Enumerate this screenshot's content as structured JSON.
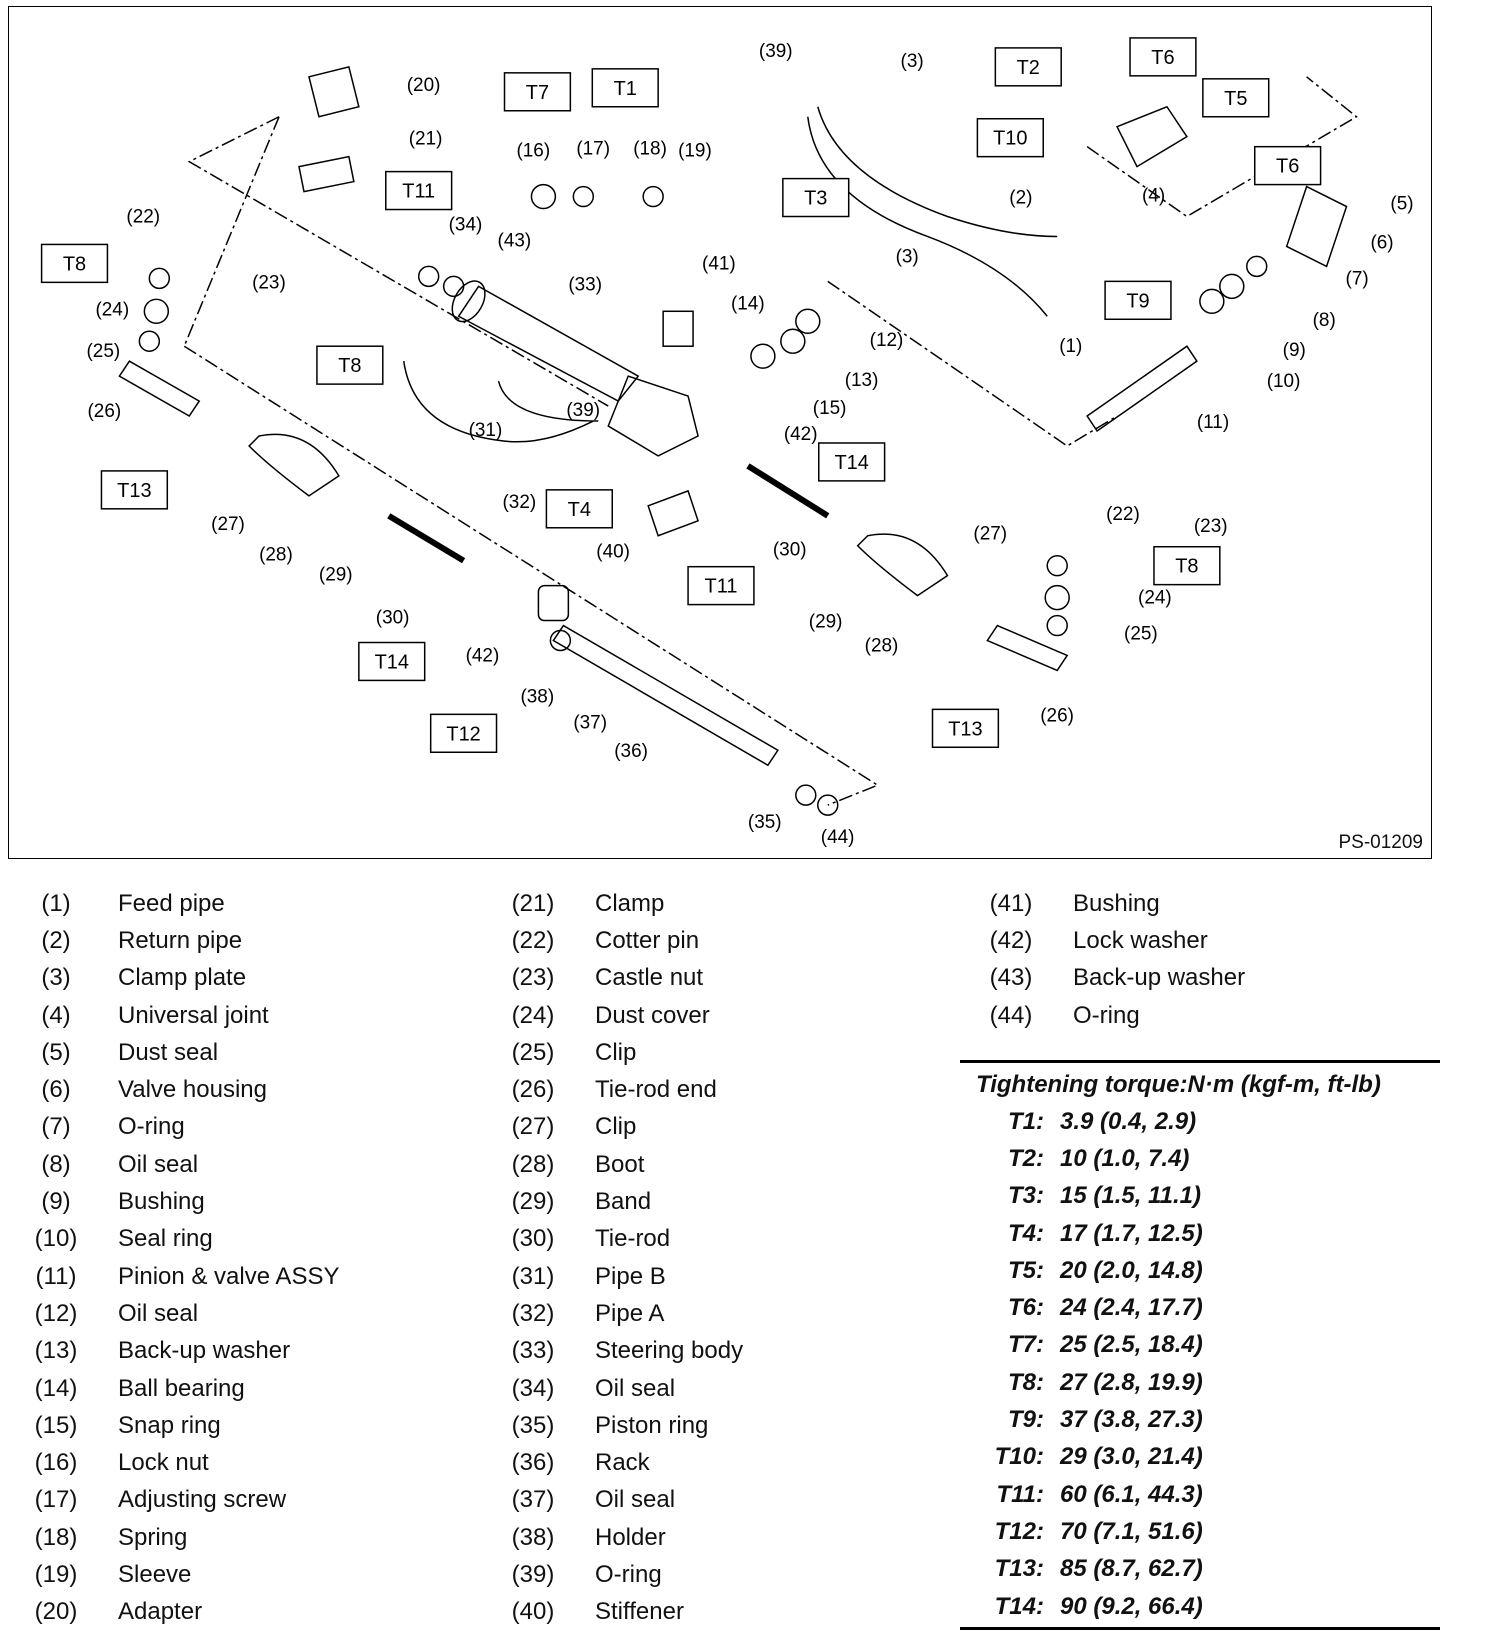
{
  "figure": {
    "id": "PS-01209",
    "callouts": [
      "(1)",
      "(2)",
      "(3)",
      "(3)",
      "(4)",
      "(5)",
      "(6)",
      "(7)",
      "(8)",
      "(9)",
      "(10)",
      "(11)",
      "(12)",
      "(13)",
      "(14)",
      "(15)",
      "(16)",
      "(17)",
      "(18)",
      "(19)",
      "(20)",
      "(21)",
      "(22)",
      "(22)",
      "(23)",
      "(23)",
      "(24)",
      "(24)",
      "(25)",
      "(25)",
      "(26)",
      "(26)",
      "(27)",
      "(27)",
      "(28)",
      "(28)",
      "(29)",
      "(29)",
      "(30)",
      "(30)",
      "(31)",
      "(32)",
      "(33)",
      "(34)",
      "(35)",
      "(36)",
      "(37)",
      "(38)",
      "(39)",
      "(39)",
      "(40)",
      "(41)",
      "(42)",
      "(42)",
      "(43)",
      "(44)"
    ],
    "torque_boxes": [
      "T1",
      "T2",
      "T3",
      "T4",
      "T5",
      "T6",
      "T6",
      "T7",
      "T8",
      "T8",
      "T8",
      "T9",
      "T10",
      "T11",
      "T11",
      "T12",
      "T13",
      "T13",
      "T14",
      "T14"
    ]
  },
  "legend": {
    "col1": [
      {
        "num": "(1)",
        "name": "Feed pipe"
      },
      {
        "num": "(2)",
        "name": "Return pipe"
      },
      {
        "num": "(3)",
        "name": "Clamp plate"
      },
      {
        "num": "(4)",
        "name": "Universal joint"
      },
      {
        "num": "(5)",
        "name": "Dust seal"
      },
      {
        "num": "(6)",
        "name": "Valve housing"
      },
      {
        "num": "(7)",
        "name": "O-ring"
      },
      {
        "num": "(8)",
        "name": "Oil seal"
      },
      {
        "num": "(9)",
        "name": "Bushing"
      },
      {
        "num": "(10)",
        "name": "Seal ring"
      },
      {
        "num": "(11)",
        "name": "Pinion & valve ASSY"
      },
      {
        "num": "(12)",
        "name": "Oil seal"
      },
      {
        "num": "(13)",
        "name": "Back-up washer"
      },
      {
        "num": "(14)",
        "name": "Ball bearing"
      },
      {
        "num": "(15)",
        "name": "Snap ring"
      },
      {
        "num": "(16)",
        "name": "Lock nut"
      },
      {
        "num": "(17)",
        "name": "Adjusting screw"
      },
      {
        "num": "(18)",
        "name": "Spring"
      },
      {
        "num": "(19)",
        "name": "Sleeve"
      },
      {
        "num": "(20)",
        "name": "Adapter"
      }
    ],
    "col2": [
      {
        "num": "(21)",
        "name": "Clamp"
      },
      {
        "num": "(22)",
        "name": "Cotter pin"
      },
      {
        "num": "(23)",
        "name": "Castle nut"
      },
      {
        "num": "(24)",
        "name": "Dust cover"
      },
      {
        "num": "(25)",
        "name": "Clip"
      },
      {
        "num": "(26)",
        "name": "Tie-rod end"
      },
      {
        "num": "(27)",
        "name": "Clip"
      },
      {
        "num": "(28)",
        "name": "Boot"
      },
      {
        "num": "(29)",
        "name": "Band"
      },
      {
        "num": "(30)",
        "name": "Tie-rod"
      },
      {
        "num": "(31)",
        "name": "Pipe B"
      },
      {
        "num": "(32)",
        "name": "Pipe A"
      },
      {
        "num": "(33)",
        "name": "Steering body"
      },
      {
        "num": "(34)",
        "name": "Oil seal"
      },
      {
        "num": "(35)",
        "name": "Piston ring"
      },
      {
        "num": "(36)",
        "name": "Rack"
      },
      {
        "num": "(37)",
        "name": "Oil seal"
      },
      {
        "num": "(38)",
        "name": "Holder"
      },
      {
        "num": "(39)",
        "name": "O-ring"
      },
      {
        "num": "(40)",
        "name": "Stiffener"
      }
    ],
    "col3": [
      {
        "num": "(41)",
        "name": "Bushing"
      },
      {
        "num": "(42)",
        "name": "Lock washer"
      },
      {
        "num": "(43)",
        "name": "Back-up washer"
      },
      {
        "num": "(44)",
        "name": "O-ring"
      }
    ]
  },
  "torque": {
    "title": "Tightening torque:N·m (kgf-m, ft-lb)",
    "rows": [
      {
        "key": "T1:",
        "val": "3.9 (0.4, 2.9)"
      },
      {
        "key": "T2:",
        "val": "10 (1.0, 7.4)"
      },
      {
        "key": "T3:",
        "val": "15 (1.5, 11.1)"
      },
      {
        "key": "T4:",
        "val": "17 (1.7, 12.5)"
      },
      {
        "key": "T5:",
        "val": "20 (2.0, 14.8)"
      },
      {
        "key": "T6:",
        "val": "24 (2.4, 17.7)"
      },
      {
        "key": "T7:",
        "val": "25 (2.5, 18.4)"
      },
      {
        "key": "T8:",
        "val": "27 (2.8, 19.9)"
      },
      {
        "key": "T9:",
        "val": "37 (3.8, 27.3)"
      },
      {
        "key": "T10:",
        "val": "29 (3.0, 21.4)"
      },
      {
        "key": "T11:",
        "val": "60 (6.1, 44.3)"
      },
      {
        "key": "T12:",
        "val": "70 (7.1, 51.6)"
      },
      {
        "key": "T13:",
        "val": "85 (8.7, 62.7)"
      },
      {
        "key": "T14:",
        "val": "90 (9.2, 66.4)"
      }
    ]
  }
}
